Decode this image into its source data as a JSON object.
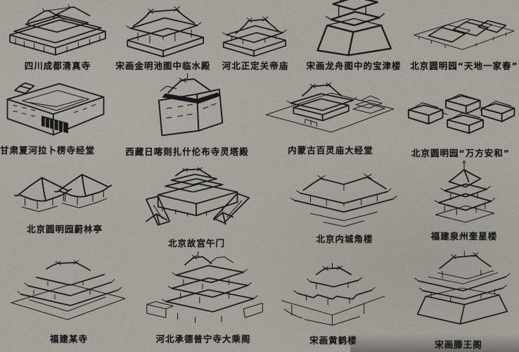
{
  "page": {
    "colors": {
      "paper": "#b5b2ac",
      "ink": "#1a1a1a"
    },
    "description_visible_text_only": true
  },
  "figure": {
    "items": [
      {
        "id": "chengdu-mosque",
        "label": "四川成都清真寺"
      },
      {
        "id": "linshui-hall",
        "label": "宋画金明池图中临水殿"
      },
      {
        "id": "guandi-temple",
        "label": "河北正定关帝庙"
      },
      {
        "id": "baojin-tower",
        "label": "宋画龙舟图中的宝津楼"
      },
      {
        "id": "tiandi-yijiachun",
        "label": "北京圆明园“天地一家春”"
      },
      {
        "id": "labrang-hall",
        "label": "甘肃夏河拉卜楞寺经堂"
      },
      {
        "id": "tashilhunpo-hall",
        "label": "西藏日喀则扎什伦布寺灵塔殿"
      },
      {
        "id": "bailingmiao-hall",
        "label": "内蒙古百灵庙大经堂"
      },
      {
        "id": "wanfang-anhe",
        "label": "北京圆明园“万方安和”"
      },
      {
        "id": "weilin-pavilion",
        "label": "北京圆明园蔚林亭"
      },
      {
        "id": "wumen-gate",
        "label": "北京故宫午门"
      },
      {
        "id": "corner-tower",
        "label": "北京内城角楼"
      },
      {
        "id": "kuixing-tower",
        "label": "福建泉州奎星楼"
      },
      {
        "id": "fujian-temple",
        "label": "福建某寺"
      },
      {
        "id": "dacheng-pavilion",
        "label": "河北承德普宁寺大乘阁"
      },
      {
        "id": "yellow-crane-tower",
        "label": "宋画黄鹤楼"
      },
      {
        "id": "tengwang-pavilion",
        "label": "宋画滕王阁"
      }
    ]
  }
}
